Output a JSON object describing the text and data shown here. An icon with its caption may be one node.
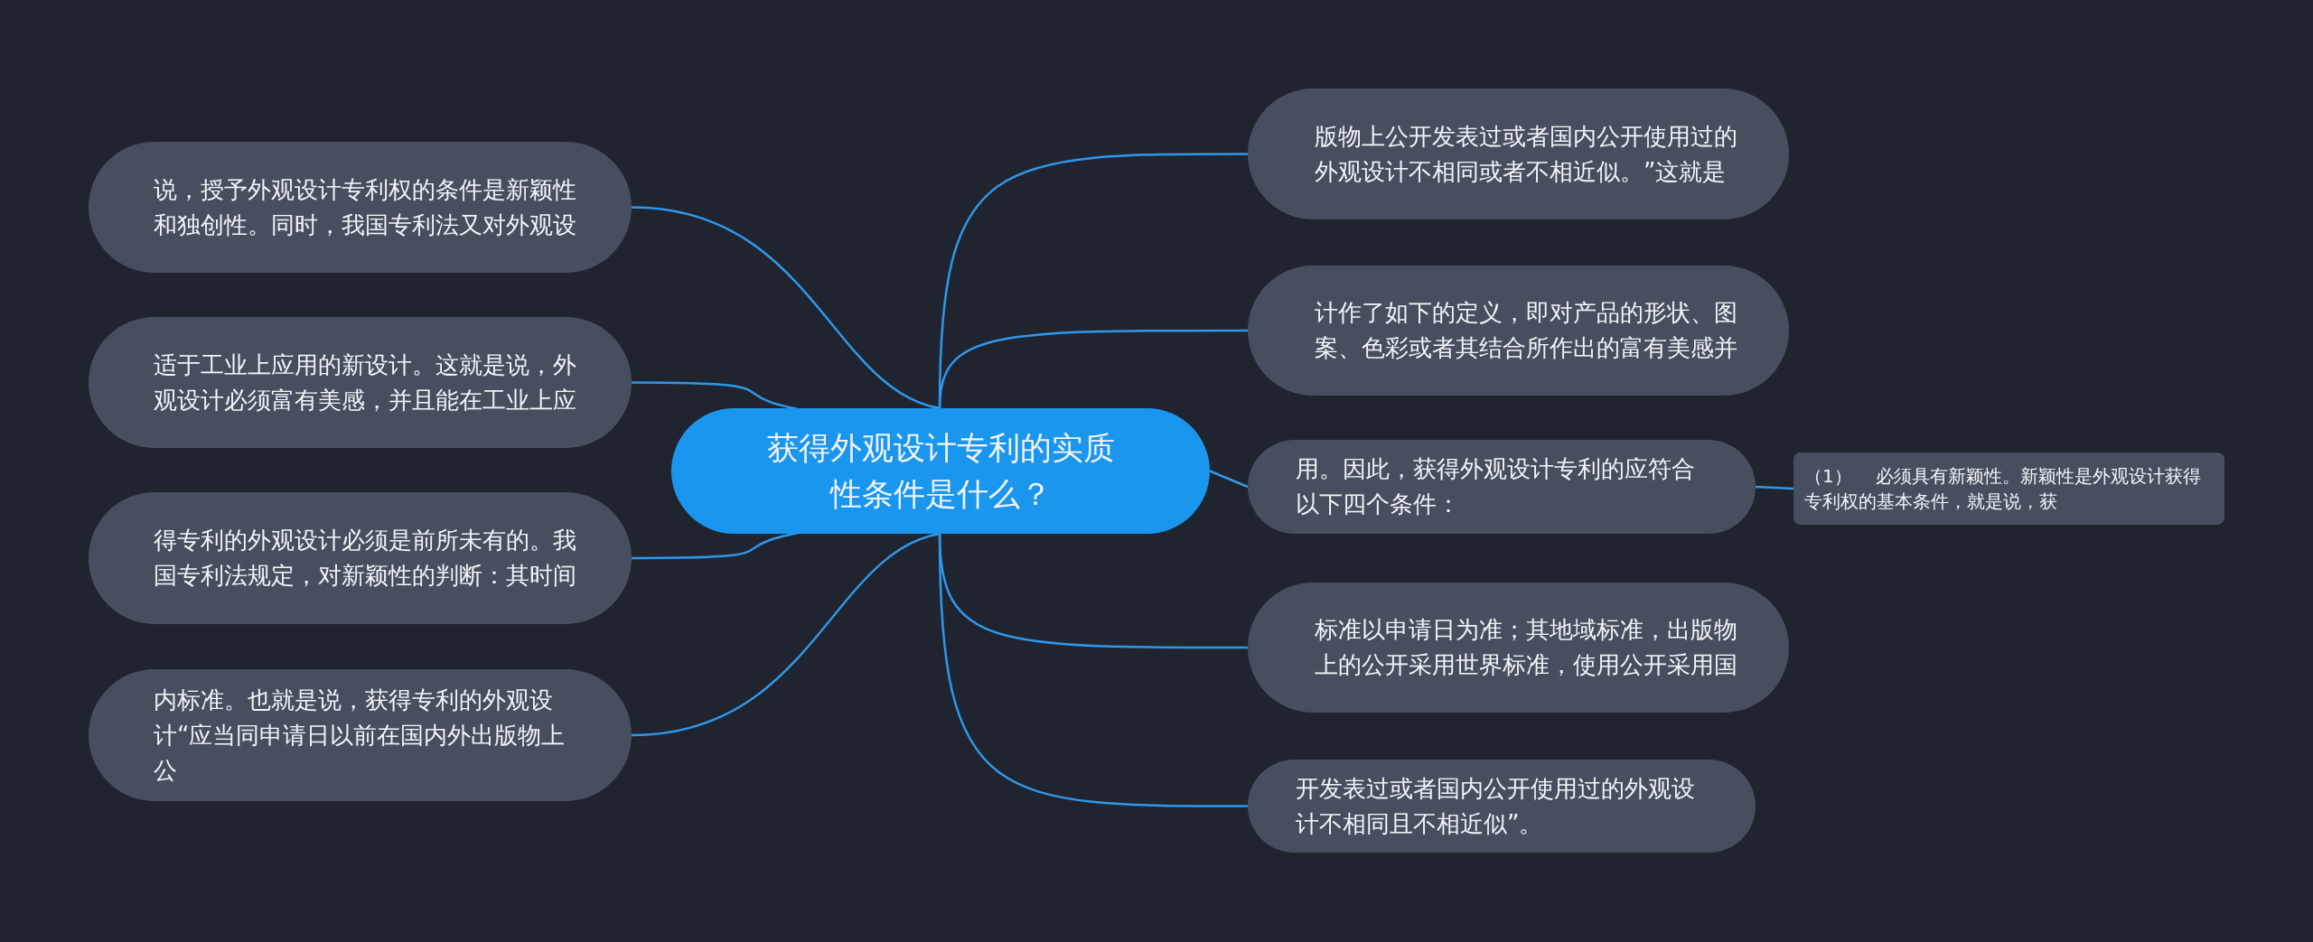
{
  "diagram": {
    "nodes": [
      {
        "text": [
          "获得外观设计专利的实质性条件是什么？"
        ]
      },
      {
        "text": [
          "版物上公开发表过或者国内公开使用过的外观设计不相同或者不相近似。”这就是"
        ]
      },
      {
        "text": [
          "计作了如下的定义，即对产品的形状、图案、色彩或者其结合所作出的富有美感并"
        ]
      },
      {
        "text": [
          "用。因此，获得外观设计专利的应符合以下四个条件："
        ]
      },
      {
        "text": [
          "（1）　 必须具有新颖性。新颖性是外观设计获得专利权的基本条件，就是说，获"
        ]
      },
      {
        "text": [
          "标准以申请日为准；其地域标准，出版物上的公开采用世界标准，使用公开采用国"
        ]
      },
      {
        "text": [
          "开发表过或者国内公开使用过的外观设计不相同且不相近似”。"
        ]
      },
      {
        "text": [
          "说，授予外观设计专利权的条件是新颖性和独创性。同时，我国专利法又对外观设"
        ]
      },
      {
        "text": [
          "适于工业上应用的新设计。这就是说，外观设计必须富有美感，并且能在工业上应"
        ]
      },
      {
        "text": [
          "得专利的外观设计必须是前所未有的。我国专利法规定，对新颖性的判断：其时间"
        ]
      },
      {
        "text": [
          "内标准。也就是说，获得专利的外观设计“应当同申请日以前在国内外出版物上公"
        ]
      }
    ],
    "edges": [
      {
        "from": 0,
        "to": 1,
        "arrow": "none"
      },
      {
        "from": 0,
        "to": 2,
        "arrow": "none"
      },
      {
        "from": 0,
        "to": 3,
        "arrow": "none"
      },
      {
        "from": 3,
        "to": 4,
        "arrow": "none"
      },
      {
        "from": 0,
        "to": 5,
        "arrow": "none"
      },
      {
        "from": 0,
        "to": 6,
        "arrow": "none"
      },
      {
        "from": 0,
        "to": 7,
        "arrow": "none"
      },
      {
        "from": 0,
        "to": 8,
        "arrow": "none"
      },
      {
        "from": 0,
        "to": 9,
        "arrow": "none"
      },
      {
        "from": 0,
        "to": 10,
        "arrow": "none"
      }
    ]
  }
}
